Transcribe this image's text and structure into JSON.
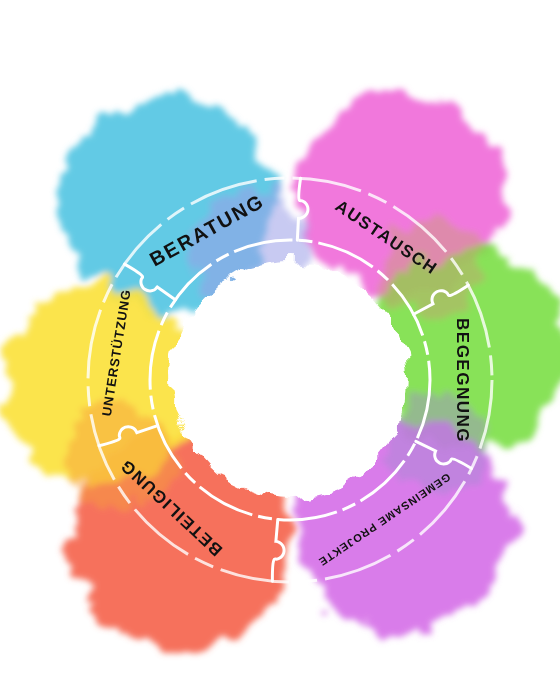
{
  "diagram": {
    "nodes": [
      {
        "text": [
          "BERATUNG"
        ]
      },
      {
        "text": [
          "AUSTAUSCH"
        ]
      },
      {
        "text": [
          "BEGEGNUNG"
        ]
      },
      {
        "text": [
          "GEMEINSAME PROJEKTE"
        ]
      },
      {
        "text": [
          "BETEILIGUNG"
        ]
      },
      {
        "text": [
          "UNTERSTÜTZUNG"
        ]
      }
    ]
  }
}
